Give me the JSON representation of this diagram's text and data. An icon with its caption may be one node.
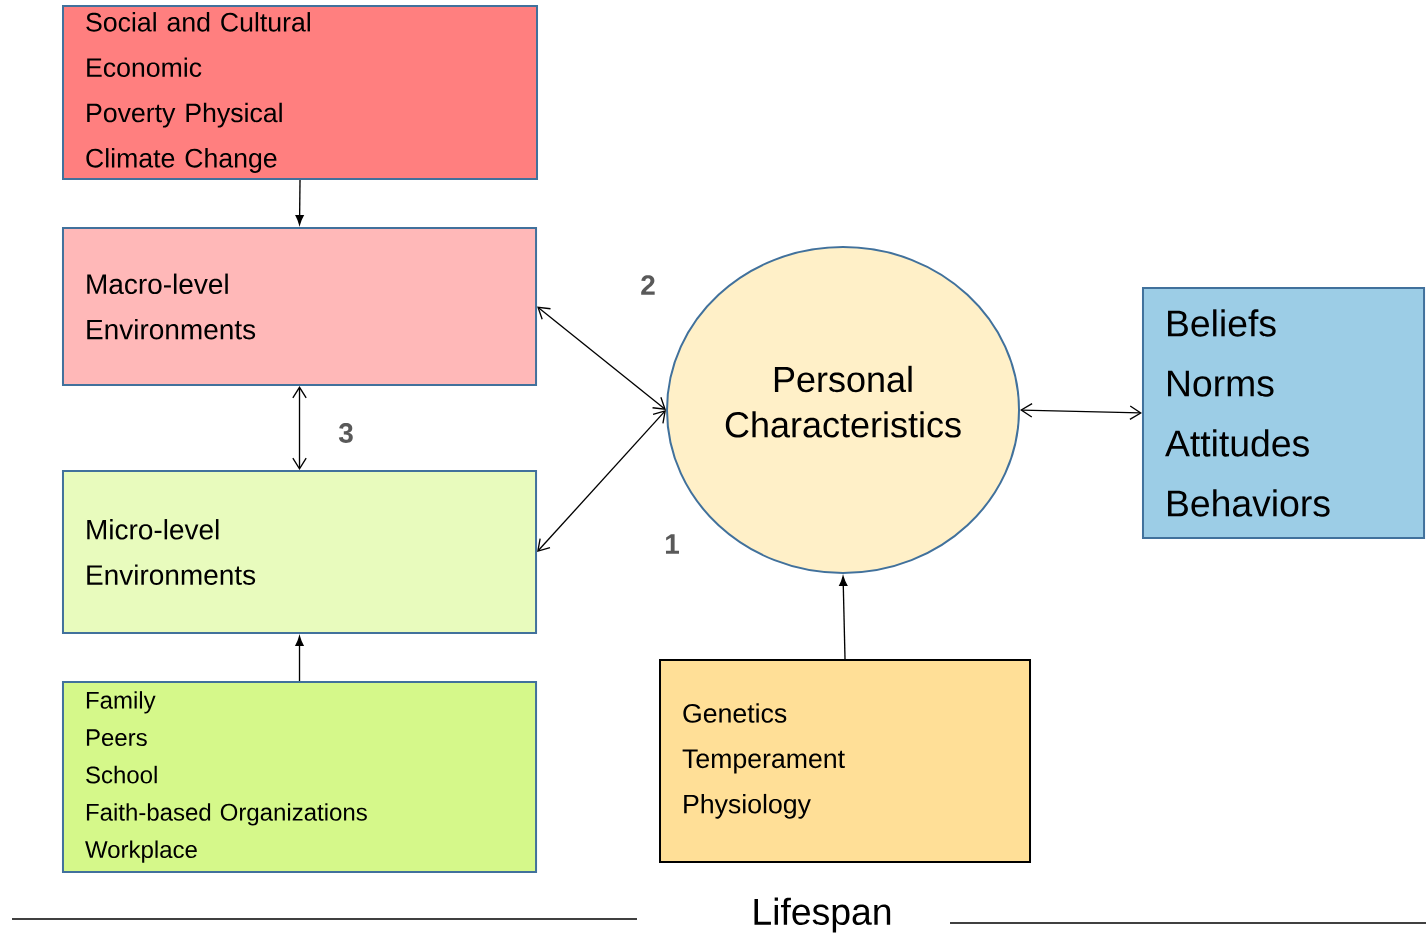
{
  "diagram": {
    "nodes": [
      {
        "text": [
          "Social and Cultural",
          "Economic",
          "Poverty Physical",
          "Climate Change"
        ]
      },
      {
        "text": [
          "Macro-level Environments"
        ]
      },
      {
        "text": [
          "Personal Characteristics"
        ]
      },
      {
        "text": [
          "Beliefs",
          "Norms",
          "Attitudes",
          "Behaviors"
        ]
      },
      {
        "text": [
          "Micro-level Environments"
        ]
      },
      {
        "text": [
          "Family",
          "Peers",
          "School",
          "Faith-based Organizations",
          "Workplace"
        ]
      },
      {
        "text": [
          "Genetics",
          "Temperament",
          "Physiology"
        ]
      }
    ],
    "edges": [
      {
        "from": 0,
        "to": 1,
        "arrow": "to"
      },
      {
        "from": 1,
        "to": 2,
        "arrow": "both"
      },
      {
        "from": 1,
        "to": 4,
        "arrow": "both"
      },
      {
        "from": 4,
        "to": 2,
        "arrow": "both"
      },
      {
        "from": 5,
        "to": 4,
        "arrow": "to"
      },
      {
        "from": 6,
        "to": 2,
        "arrow": "to"
      },
      {
        "from": 2,
        "to": 3,
        "arrow": "both"
      }
    ],
    "labels": [
      "2",
      "3",
      "1",
      "Lifespan"
    ]
  }
}
